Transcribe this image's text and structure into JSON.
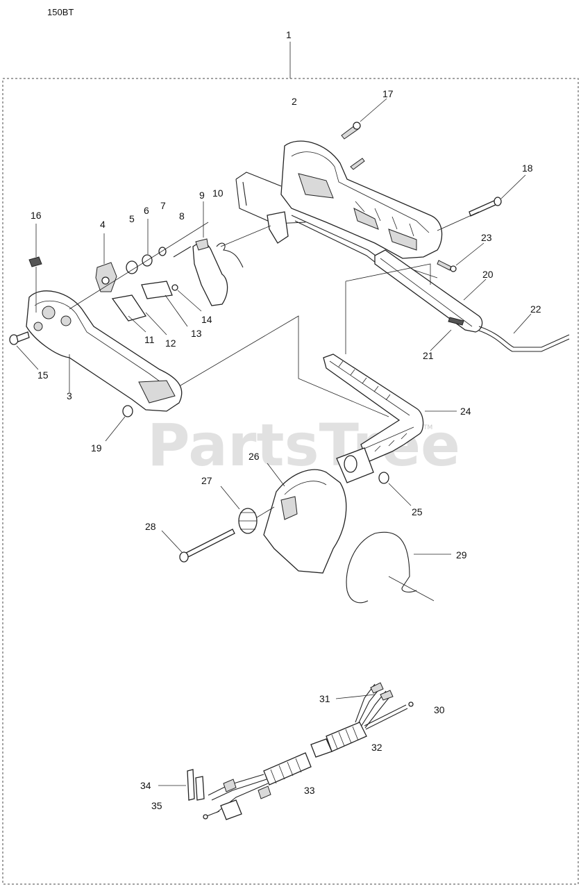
{
  "model": "150BT",
  "watermark": "PartsTree",
  "watermark_mark": "TM",
  "callouts": [
    "1",
    "2",
    "3",
    "4",
    "5",
    "6",
    "7",
    "8",
    "9",
    "10",
    "11",
    "12",
    "13",
    "14",
    "15",
    "16",
    "17",
    "18",
    "19",
    "20",
    "21",
    "22",
    "23",
    "24",
    "25",
    "26",
    "27",
    "28",
    "29",
    "30",
    "31",
    "32",
    "33",
    "34",
    "35"
  ]
}
